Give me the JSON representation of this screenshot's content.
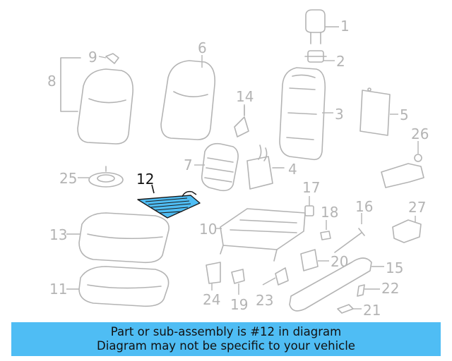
{
  "diagram": {
    "highlighted_part": "12",
    "colors": {
      "line": "#b4b4b4",
      "highlight_fill": "#4fbdf4",
      "highlight_stroke": "#1a1a1a",
      "banner_bg": "#4fbdf4"
    },
    "labels": [
      "1",
      "2",
      "3",
      "4",
      "5",
      "6",
      "7",
      "8",
      "9",
      "10",
      "11",
      "12",
      "13",
      "14",
      "15",
      "16",
      "17",
      "18",
      "19",
      "20",
      "21",
      "22",
      "23",
      "24",
      "25",
      "26",
      "27"
    ]
  },
  "banner": {
    "line1": "Part or sub-assembly is #12 in diagram",
    "line2": "Diagram may not be specific to your vehicle"
  }
}
